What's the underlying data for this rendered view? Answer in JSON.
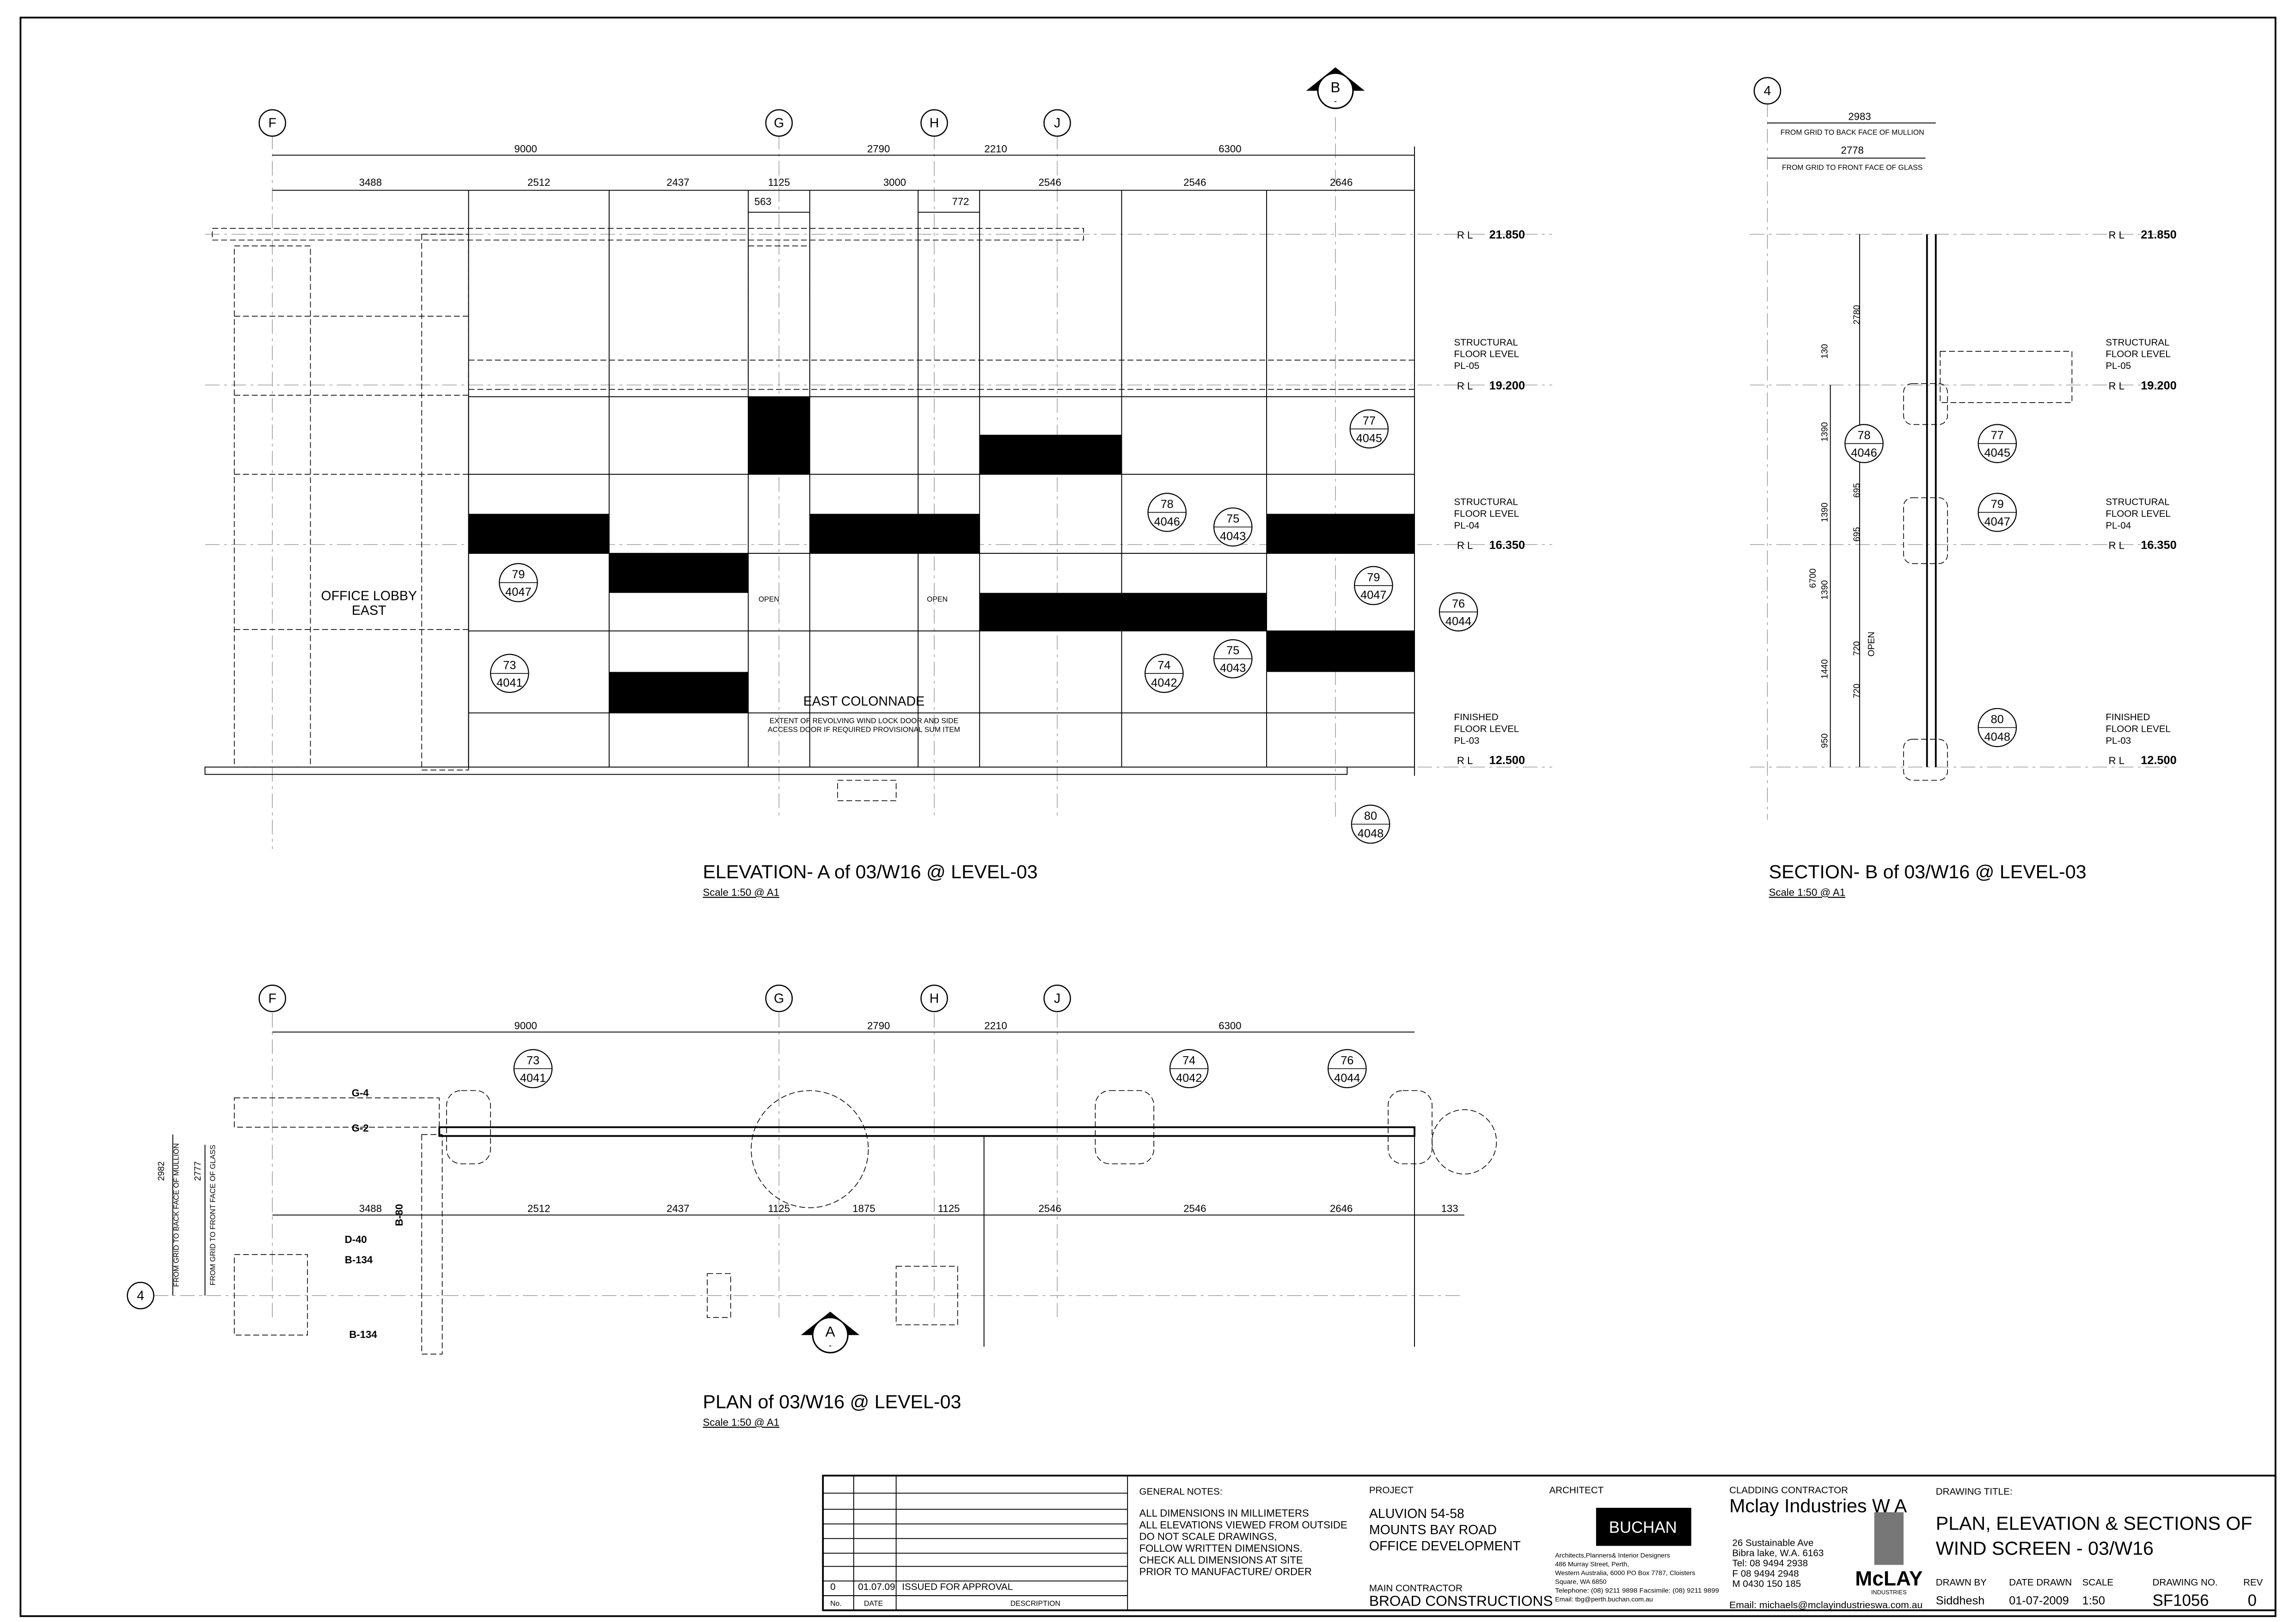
{
  "grid_labels": {
    "F": "F",
    "G": "G",
    "H": "H",
    "J": "J",
    "B": "B",
    "four": "4",
    "A": "A",
    "dash": "-"
  },
  "elevation": {
    "title": "ELEVATION- A of 03/W16 @ LEVEL-03",
    "scale": "Scale 1:50 @ A1",
    "dims_top": [
      "9000",
      "2790",
      "2210",
      "6300"
    ],
    "dims_second": [
      "3488",
      "2512",
      "2437",
      "1125",
      "3000",
      "2546",
      "2546",
      "2646"
    ],
    "dims_small": [
      "563",
      "772"
    ],
    "labels": {
      "lobby1": "OFFICE LOBBY",
      "lobby2": "EAST",
      "colonnade": "EAST COLONNADE",
      "open1": "OPEN",
      "open2": "OPEN",
      "note1": "EXTENT OF REVOLVING WIND LOCK DOOR AND SIDE",
      "note2": "ACCESS DOOR IF REQUIRED PROVISIONAL SUM ITEM"
    },
    "levels": [
      {
        "rl": "R L",
        "value": "21.850",
        "name": []
      },
      {
        "rl": "R L",
        "value": "19.200",
        "name": [
          "STRUCTURAL",
          "FLOOR LEVEL",
          "PL-05"
        ]
      },
      {
        "rl": "R L",
        "value": "16.350",
        "name": [
          "STRUCTURAL",
          "FLOOR LEVEL",
          "PL-04"
        ]
      },
      {
        "rl": "R L",
        "value": "12.500",
        "name": [
          "FINISHED",
          "FLOOR LEVEL",
          "PL-03"
        ]
      }
    ],
    "tags": [
      {
        "num": "77",
        "code": "4045"
      },
      {
        "num": "78",
        "code": "4046"
      },
      {
        "num": "75",
        "code": "4043"
      },
      {
        "num": "79",
        "code": "4047"
      },
      {
        "num": "79",
        "code": "4047"
      },
      {
        "num": "76",
        "code": "4044"
      },
      {
        "num": "73",
        "code": "4041"
      },
      {
        "num": "74",
        "code": "4042"
      },
      {
        "num": "75",
        "code": "4043"
      },
      {
        "num": "80",
        "code": "4048"
      }
    ]
  },
  "section": {
    "title": "SECTION- B of 03/W16 @ LEVEL-03",
    "scale": "Scale 1:50 @ A1",
    "dim1": "2983",
    "dim1_note": "FROM GRID TO BACK FACE OF MULLION",
    "dim2": "2778",
    "dim2_note": "FROM GRID TO FRONT FACE OF GLASS",
    "vdims": [
      "2780",
      "130",
      "1390",
      "1390",
      "695",
      "695",
      "1390",
      "6700",
      "1440",
      "720",
      "720",
      "950"
    ],
    "open": "OPEN",
    "tags": [
      {
        "num": "78",
        "code": "4046"
      },
      {
        "num": "77",
        "code": "4045"
      },
      {
        "num": "79",
        "code": "4047"
      },
      {
        "num": "80",
        "code": "4048"
      }
    ]
  },
  "plan": {
    "title": "PLAN of 03/W16 @ LEVEL-03",
    "scale": "Scale 1:50 @ A1",
    "dims_top": [
      "9000",
      "2790",
      "2210",
      "6300"
    ],
    "dims_second": [
      "3488",
      "2512",
      "2437",
      "1125",
      "1875",
      "1125",
      "2546",
      "2546",
      "2646",
      "133"
    ],
    "vdims": [
      "2982",
      "2777"
    ],
    "vnotes": [
      "FROM GRID TO BACK FACE OF MULLION",
      "FROM GRID TO FRONT FACE OF GLASS"
    ],
    "codes": [
      "G-4",
      "G-2",
      "B-80",
      "D-40",
      "B-134",
      "B-134"
    ],
    "tags": [
      {
        "num": "73",
        "code": "4041"
      },
      {
        "num": "74",
        "code": "4042"
      },
      {
        "num": "76",
        "code": "4044"
      }
    ]
  },
  "title_block": {
    "revisions": [
      {
        "no": "0",
        "date": "01.07.09",
        "description": "ISSUED FOR APPROVAL"
      }
    ],
    "rev_headers": {
      "no": "No.",
      "date": "DATE",
      "description": "DESCRIPTION"
    },
    "general_notes_label": "GENERAL NOTES:",
    "general_notes": [
      "ALL DIMENSIONS IN MILLIMETERS",
      "ALL ELEVATIONS VIEWED FROM OUTSIDE",
      "DO NOT SCALE DRAWINGS,",
      "FOLLOW WRITTEN DIMENSIONS.",
      "CHECK ALL DIMENSIONS AT SITE",
      "PRIOR TO MANUFACTURE/ ORDER"
    ],
    "project_label": "PROJECT",
    "project": [
      "ALUVION 54-58",
      "MOUNTS BAY ROAD",
      "OFFICE DEVELOPMENT"
    ],
    "main_contractor_label": "MAIN CONTRACTOR",
    "main_contractor": "BROAD CONSTRUCTIONS",
    "architect_label": "ARCHITECT",
    "architect_logo": "BUCHAN",
    "architect_info": [
      "Architects,Planners& Interior Designers",
      "486 Murray Street, Perth,",
      "Western Australia, 6000 PO Box 7787, Cloisters",
      "Square, WA 6850",
      "Telephone: (08) 9211 9898 Facsimile: (08) 9211 9899",
      "Email: tbg@perth.buchan.com.au"
    ],
    "cladding_label": "CLADDING CONTRACTOR",
    "cladding": "Mclay  Industries  W A",
    "cladding_info": [
      "26 Sustainable Ave",
      "Bibra lake, W.A. 6163",
      "Tel:  08 9494 2938",
      "F 08 9494 2948",
      "M 0430 150 185"
    ],
    "cladding_email": "Email: michaels@mclayindustrieswa.com.au",
    "mclay_logo": "McLAY",
    "mclay_logo_sub": "INDUSTRIES",
    "drawing_title_label": "DRAWING TITLE:",
    "drawing_title": [
      "PLAN, ELEVATION & SECTIONS OF",
      "WIND SCREEN - 03/W16"
    ],
    "fields": {
      "drawn_by_label": "DRAWN  BY",
      "drawn_by": "Siddhesh",
      "date_label": "DATE DRAWN",
      "date": "01-07-2009",
      "scale_label": "SCALE",
      "scale": "1:50",
      "no_label": "DRAWING NO.",
      "no": "SF1056",
      "rev_label": "REV",
      "rev": "0"
    }
  }
}
